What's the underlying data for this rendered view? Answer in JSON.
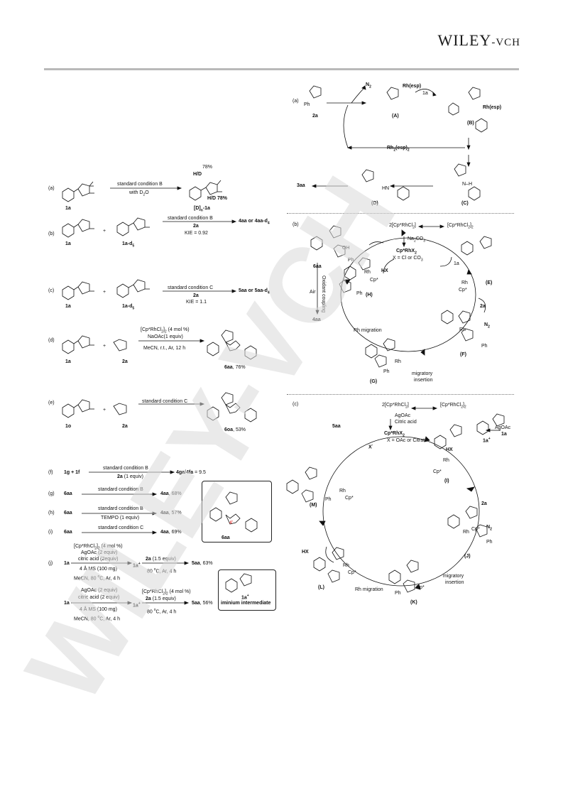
{
  "header": {
    "publisher_main": "WILEY",
    "publisher_suffix": "-VCH"
  },
  "watermark": {
    "text": "WILEY-VCH",
    "color": "#d9d9d9"
  },
  "left": {
    "a": {
      "tag": "(a)",
      "sm": "1a",
      "cond1": "standard condition B",
      "cond2": "with  D",
      "cond2sub": "2",
      "cond2end": "O",
      "pct_top": "78%",
      "pct_right": "H/D 78%",
      "hd_top": "H/D",
      "prod": "[D]",
      "prodsub": "n",
      "prodend": "-1a"
    },
    "b": {
      "tag": "(b)",
      "sm1": "1a",
      "plus": "+",
      "sm2": "1a-d",
      "sm2sub": "5",
      "cond": "standard condition B",
      "reagent": "2a",
      "prod": "4aa or 4aa-d",
      "prodsub": "4",
      "kie": "KIE = 0.92"
    },
    "c": {
      "tag": "(c)",
      "sm1": "1a",
      "plus": "+",
      "sm2": "1a-d",
      "sm2sub": "5",
      "cond": "standard condition C",
      "reagent": "2a",
      "prod": "5aa or 5aa-d",
      "prodsub": "4",
      "kie": "KIE = 1.1"
    },
    "d": {
      "tag": "(d)",
      "sm1": "1a",
      "plus": "+",
      "sm2": "2a",
      "cat": "[Cp*RhCl",
      "cat2": "]",
      "catend": " (4 mol %)",
      "add": "NaOAc(1 equiv)",
      "cond": "MeCN, r.t., Ar, 12 h",
      "prod": "6aa",
      "yield": ", 76%"
    },
    "e": {
      "tag": "(e)",
      "sm1": "1o",
      "plus": "+",
      "sm2": "2a",
      "cond": "standard condition C",
      "prod": "6oa",
      "yield": ", 53%"
    },
    "f": {
      "tag": "(f)",
      "sm": "1g  +  1f",
      "cond": "standard condition B",
      "reagent": "2a",
      "reagent_end": " (1 equiv)",
      "prod": "4ga/4fa",
      "prodend": " = 9.5"
    },
    "g": {
      "tag": "(g)",
      "sm": "6aa",
      "cond": "standard condition B",
      "prod": "4aa",
      "yield": ", 68%"
    },
    "h": {
      "tag": "(h)",
      "sm": "6aa",
      "cond": "standard condition B",
      "cond2": "TEMPO (1 equiv)",
      "prod": "4aa",
      "yield": ", 57%"
    },
    "i": {
      "tag": "(i)",
      "sm": "6aa",
      "cond": "standard condition C",
      "prod": "4aa",
      "yield": ", 69%"
    },
    "box1": {
      "label": "6aa",
      "mark": "4'"
    },
    "j": {
      "tag": "(j)",
      "r1_sm": "1a",
      "r1_c1": "[Cp*RhCl",
      "r1_c1b": "]",
      "r1_c1c": " (4 mol %)",
      "r1_c2": "AgOAc (2 equiv)",
      "r1_c3": "citric acid (2equiv)",
      "r1_c4": "4 Å MS (100 mg)",
      "r1_c5": "MeCN, 80 ",
      "r1_c5b": "C, Ar, 4 h",
      "r1_mid": "1a",
      "r1_mid_sup": "+",
      "r1_c6": "2a",
      "r1_c6b": " (1.5 equiv)",
      "r1_c7": "80 ",
      "r1_c7b": "C, Ar, 4 h",
      "r1_prod": "5aa",
      "r1_yield": ", 63%",
      "r2_sm": "1a",
      "r2_c2": "AgOAc (2 equiv)",
      "r2_c3": "citric acid (2 equiv)",
      "r2_c4": "4 Å MS (100 mg)",
      "r2_c5": "MeCN, 80 ",
      "r2_c5b": "C, Ar, 4 h",
      "r2_mid": "1a",
      "r2_mid_sup": "+",
      "r2_c1": "[Cp*RhCl",
      "r2_c1b": "]",
      "r2_c1c": " (4 mol %)",
      "r2_c6": "2a",
      "r2_c6b": " (1.5 equiv)",
      "r2_c7": "80 ",
      "r2_c7b": "C, Ar, 4 h",
      "r2_prod": "5aa",
      "r2_yield": ", 56%"
    },
    "box2": {
      "label": "1a",
      "label_sup": "+",
      "caption": "iminium intermediate"
    }
  },
  "right": {
    "a": {
      "tag": "(a)",
      "n2": "N",
      "n2sub": "2",
      "A_rh": "Rh(esp)",
      "A_label": "(A)",
      "sm_1a": "1a",
      "B_rh": "Rh(esp)",
      "B_label": "(B)",
      "sm_2a": "2a",
      "ph": "Ph",
      "rh2": "Rh",
      "rh2sub": "2",
      "rh2end": "(esp)",
      "rh2end_sub": "2",
      "C_label": "(C)",
      "D_label": "(D)",
      "prod": "3aa",
      "nh": "N–H",
      "hn": "HN"
    },
    "b": {
      "tag": "(b)",
      "cat": "2[Cp*RhCl",
      "catsub": "2",
      "cat_end": "]",
      "dimer": "[Cp*RhCl",
      "dimersub": "2",
      "dimer_end": "]",
      "dimer_end_sub": "2",
      "base": "Na",
      "basesub": "2",
      "base_end": "CO",
      "base_end_sub": "3",
      "active": "Cp*RhX",
      "active_sub": "2",
      "x": "X = Cl or CO",
      "x_sub": "3",
      "sm_1a": "1a",
      "E_label": "(E)",
      "reagent": "2a",
      "n2": "N",
      "n2sub": "2",
      "F_label": "(F)",
      "migr1": "migratory",
      "migr2": "insertion",
      "G_label": "(G)",
      "rhmig": "Rh migration",
      "H_label": "(H)",
      "hx": "HX",
      "prod6": "6aa",
      "air": "Air",
      "oxc": "Oxidant coupling",
      "prod4": "4aa",
      "rh": "Rh",
      "cp": "Cp*",
      "ph": "Ph",
      "oh": "OH"
    },
    "c": {
      "tag": "(c)",
      "cat": "2[Cp*RhCl",
      "catsub": "2",
      "cat_end": "]",
      "dimer": "[Cp*RhCl",
      "dimersub": "2",
      "dimer_end": "]",
      "dimer_end_sub": "2",
      "ag": "AgOAc",
      "citric": "Citric acid",
      "active": "Cp*RhX",
      "active_sub": "2",
      "x": "X = OAc or Citrate",
      "ag2": "AgOAc",
      "sm_1a": "1a",
      "iminium": "1a",
      "iminium_sup": "+",
      "hx": "HX",
      "I_label": "(I)",
      "prod": "5aa",
      "xm": "X",
      "xm_sup": "-",
      "M_label": "(M)",
      "reagent": "2a",
      "n2": "N",
      "n2sub": "2",
      "J_label": "(J)",
      "migr1": "migratory",
      "migr2": "insertion",
      "K_label": "(K)",
      "rhmig": "Rh migration",
      "L_label": "(L)",
      "hx2": "HX",
      "rh": "Rh",
      "cp": "Cp*",
      "ph": "Ph"
    }
  }
}
